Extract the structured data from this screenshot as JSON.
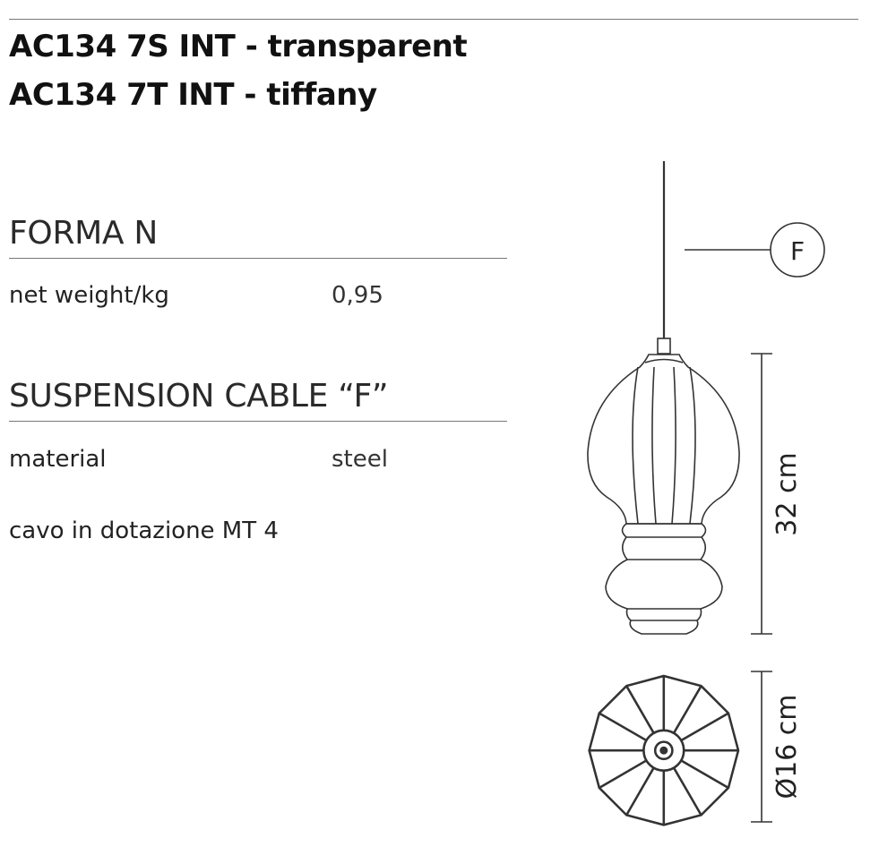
{
  "titles": {
    "line1": "AC134 7S INT - transparent",
    "line2": "AC134 7T INT - tiffany"
  },
  "forma": {
    "heading": "FORMA N",
    "weight_label": "net weight/kg",
    "weight_value": "0,95"
  },
  "cable": {
    "heading": "SUSPENSION CABLE “F”",
    "material_label": "material",
    "material_value": "steel",
    "note": "cavo in dotazione MT 4"
  },
  "drawing": {
    "callout_letter": "F",
    "height_dim": "32 cm",
    "diameter_dim": "Ø16 cm"
  }
}
